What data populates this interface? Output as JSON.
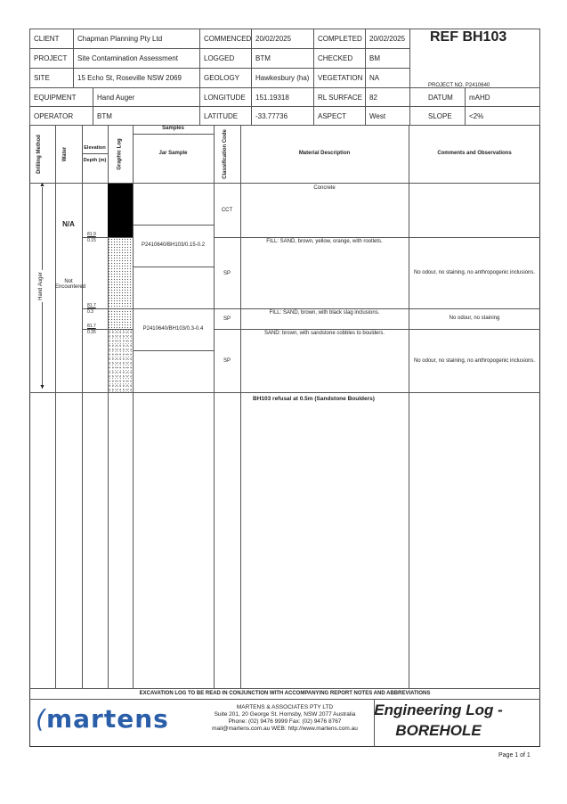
{
  "header": {
    "client_label": "CLIENT",
    "client": "Chapman Planning Pty Ltd",
    "project_label": "PROJECT",
    "project": "Site Contamination Assessment",
    "site_label": "SITE",
    "site": "15 Echo St, Roseville NSW 2069",
    "equipment_label": "EQUIPMENT",
    "equipment": "Hand Auger",
    "operator_label": "OPERATOR",
    "operator": "BTM",
    "commenced_label": "COMMENCED",
    "commenced": "20/02/2025",
    "logged_label": "LOGGED",
    "logged": "BTM",
    "geology_label": "GEOLOGY",
    "geology": "Hawkesbury (ha)",
    "longitude_label": "LONGITUDE",
    "longitude": "151.19318",
    "latitude_label": "LATITUDE",
    "latitude": "-33.77736",
    "completed_label": "COMPLETED",
    "completed": "20/02/2025",
    "checked_label": "CHECKED",
    "checked": "BM",
    "vegetation_label": "VEGETATION",
    "vegetation": "NA",
    "rl_label": "RL SURFACE",
    "rl": "82",
    "aspect_label": "ASPECT",
    "aspect": "West",
    "ref": "REF BH103",
    "project_no": "PROJECT NO. P2410640",
    "datum_label": "DATUM",
    "datum": "mAHD",
    "slope_label": "SLOPE",
    "slope": "<2%"
  },
  "columns": {
    "drilling": "Drilling Method",
    "water": "Water",
    "elevation": "Elevation",
    "depth": "Depth (m)",
    "graphic": "Graphic Log",
    "samples": "Samples",
    "jar": "Jar Sample",
    "class": "Classification Code",
    "material": "Material Description",
    "comments": "Comments and Observations"
  },
  "log": {
    "method": "Hand Auger",
    "water_na": "N/A",
    "water_note": "Not Encountered",
    "levels": [
      {
        "elev": "81.9",
        "depth": "0.15"
      },
      {
        "elev": "81.7",
        "depth": "0.3"
      },
      {
        "elev": "81.7",
        "depth": "0.35"
      }
    ],
    "samples": [
      "P2410640/BH103/0.15-0.2",
      "P2410640/BH103/0.3-0.4"
    ],
    "codes": [
      "CCT",
      "SP",
      "SP",
      "SP"
    ],
    "materials": [
      "Concrete",
      "FILL: SAND, brown, yellow, orange, with rootlets.",
      "FILL: SAND, brown, with black slag inclusions.",
      "SAND: brown, with sandstone cobbles to boulders."
    ],
    "comments": [
      "No odour, no staining, no anthropogenic inclusions.",
      "No odour, no staining",
      "No odour, no staining, no anthropogenic inclusions."
    ],
    "refusal": "BH103 refusal at 0.5m (Sandstone Boulders)"
  },
  "footer": {
    "note": "EXCAVATION LOG TO BE READ IN CONJUNCTION WITH ACCOMPANYING REPORT NOTES AND ABBREVIATIONS",
    "logo": "martens",
    "company": "MARTENS & ASSOCIATES PTY LTD",
    "address": "Suite 201, 20 George St. Hornsby, NSW 2077 Australia",
    "phone": "Phone: (02) 9476 9999 Fax: (02) 9476 8767",
    "web": "mail@martens.com.au  WEB: http://www.martens.com.au",
    "title1": "Engineering Log -",
    "title2": "BOREHOLE",
    "page": "Page 1 of 1"
  }
}
